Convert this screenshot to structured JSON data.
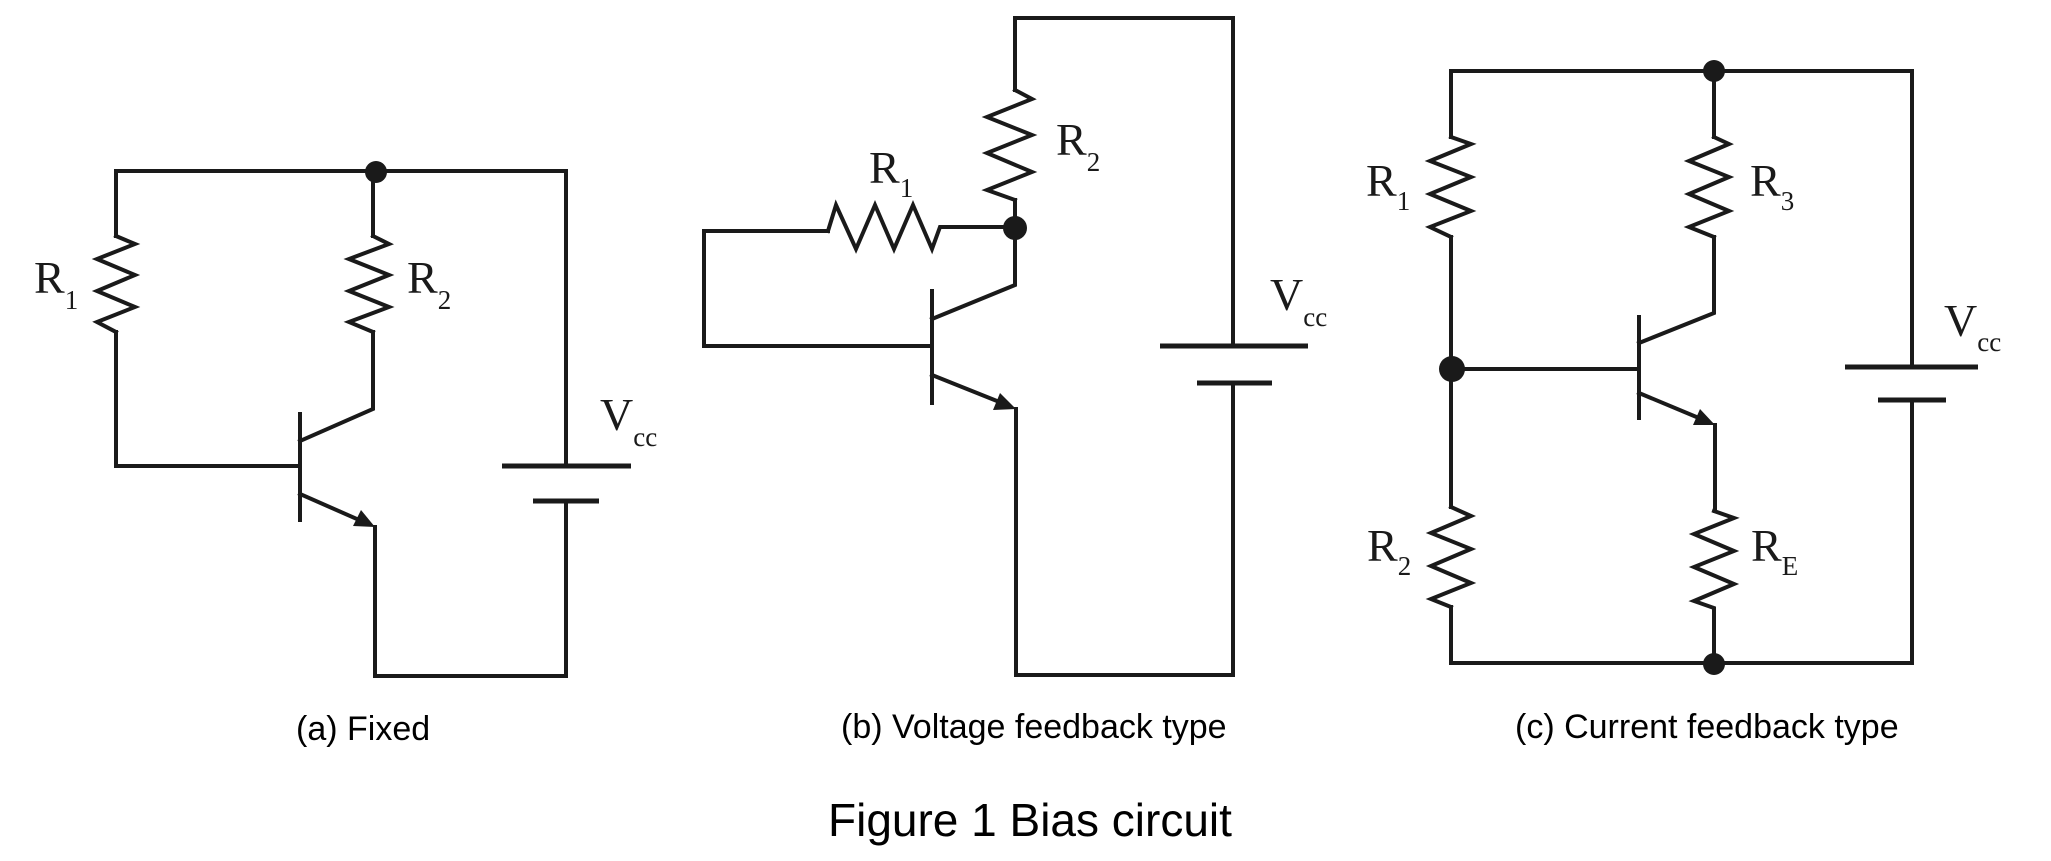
{
  "figure": {
    "title": "Figure 1 Bias circuit",
    "stroke_color": "#1a1a1a",
    "background": "#ffffff"
  },
  "circuits": {
    "a": {
      "caption": "(a) Fixed",
      "components": {
        "r1": {
          "main": "R",
          "sub": "1"
        },
        "r2": {
          "main": "R",
          "sub": "2"
        },
        "vcc": {
          "main": "V",
          "sub": "cc"
        },
        "transistor": "NPN"
      }
    },
    "b": {
      "caption": "(b) Voltage feedback type",
      "components": {
        "r1": {
          "main": "R",
          "sub": "1"
        },
        "r2": {
          "main": "R",
          "sub": "2"
        },
        "vcc": {
          "main": "V",
          "sub": "cc"
        },
        "transistor": "NPN"
      }
    },
    "c": {
      "caption": "(c) Current feedback type",
      "components": {
        "r1": {
          "main": "R",
          "sub": "1"
        },
        "r2": {
          "main": "R",
          "sub": "2"
        },
        "r3": {
          "main": "R",
          "sub": "3"
        },
        "re": {
          "main": "R",
          "sub": "E"
        },
        "vcc": {
          "main": "V",
          "sub": "cc"
        },
        "transistor": "NPN"
      }
    }
  }
}
